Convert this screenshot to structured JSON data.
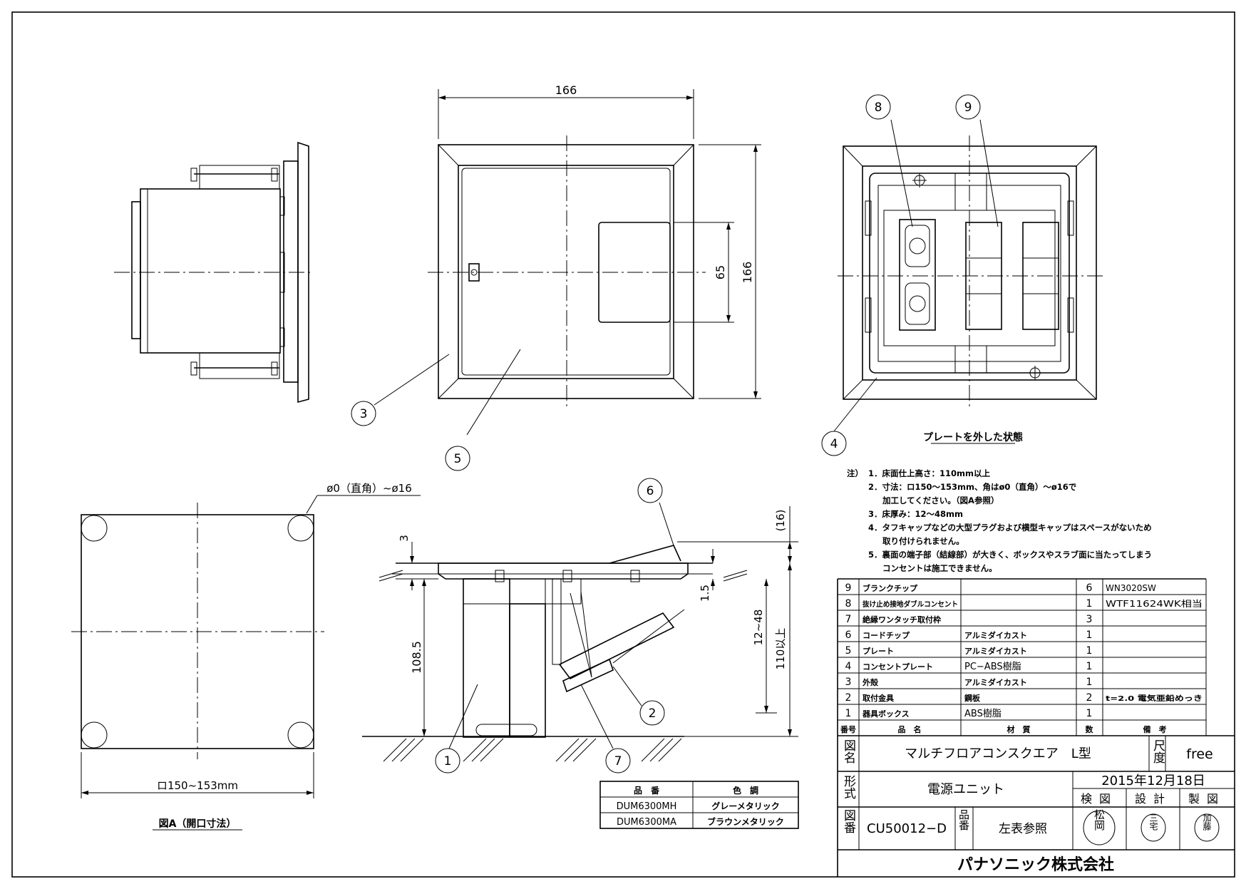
{
  "dimensions": {
    "top_width": "166",
    "top_height": "166",
    "top_window": "65",
    "cap_height": "(16)",
    "plate_thick": "3",
    "gap": "1.5",
    "floor_thick": "12~48",
    "box_depth": "108.5",
    "floor_height": "110以上",
    "corner_radius": "ø0（直角）~ø16",
    "opening": "ロ150~153mm"
  },
  "balloons": [
    "1",
    "2",
    "3",
    "4",
    "5",
    "6",
    "7",
    "8",
    "9"
  ],
  "captions": {
    "plate_removed": "プレートを外した状態",
    "figure_a": "図A（開口寸法）"
  },
  "notes": {
    "prefix": "注）",
    "lines": [
      "1．床面仕上高さ：110mm以上",
      "2．寸法：ロ150～153mm、角はø0（直角）～ø16で",
      "加工してください。（図A参照）",
      "3．床厚み：12～48mm",
      "4．タフキャップなどの大型プラグおよび横型キャップはスペースがないため",
      "取り付けられません。",
      "5．裏面の端子部（結線部）が大きく、ボックスやスラブ面に当たってしまう",
      "コンセントは施工できません。"
    ]
  },
  "parts_header": {
    "no": "番号",
    "name": "品　名",
    "material": "材　質",
    "qty": "数",
    "note": "備　考"
  },
  "parts": [
    {
      "no": "9",
      "name": "ブランクチップ",
      "material": "",
      "qty": "6",
      "note": "WN3020SW"
    },
    {
      "no": "8",
      "name": "抜け止め接地ダブルコンセント",
      "material": "",
      "qty": "1",
      "note": "WTF11624WK相当"
    },
    {
      "no": "7",
      "name": "絶縁ワンタッチ取付枠",
      "material": "",
      "qty": "3",
      "note": ""
    },
    {
      "no": "6",
      "name": "コードチップ",
      "material": "アルミダイカスト",
      "qty": "1",
      "note": ""
    },
    {
      "no": "5",
      "name": "プレート",
      "material": "アルミダイカスト",
      "qty": "1",
      "note": ""
    },
    {
      "no": "4",
      "name": "コンセントプレート",
      "material": "PC−ABS樹脂",
      "qty": "1",
      "note": ""
    },
    {
      "no": "3",
      "name": "外殻",
      "material": "アルミダイカスト",
      "qty": "1",
      "note": ""
    },
    {
      "no": "2",
      "name": "取付金具",
      "material": "鋼板",
      "qty": "2",
      "note": "t=2.0 電気亜鉛めっき"
    },
    {
      "no": "1",
      "name": "器具ボックス",
      "material": "ABS樹脂",
      "qty": "1",
      "note": ""
    }
  ],
  "title_block": {
    "zumei_label": "図名",
    "title": "マルチフロアコンスクエア　L型",
    "scale_label": "尺度",
    "scale": "free",
    "type_label": "形式",
    "type": "電源ユニット",
    "date": "2015年12月18日",
    "roles": [
      "検図",
      "設計",
      "製図"
    ],
    "zuban_label": "図番",
    "drawing_no": "CU50012−D",
    "hinban_label": "品番",
    "hinban": "左表参照",
    "stamps": [
      "松岡",
      "三宅",
      "加藤"
    ],
    "company": "パナソニック株式会社"
  },
  "colors_header": {
    "part": "品　番",
    "color": "色　調"
  },
  "colors": [
    {
      "part": "DUM6300MH",
      "color": "グレーメタリック"
    },
    {
      "part": "DUM6300MA",
      "color": "ブラウンメタリック"
    }
  ]
}
